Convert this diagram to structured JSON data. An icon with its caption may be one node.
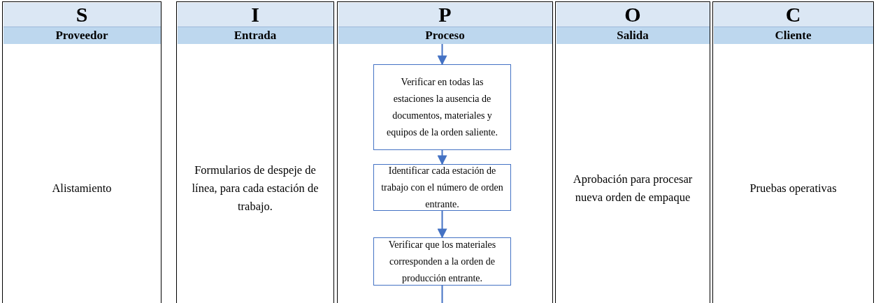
{
  "diagram": {
    "nodes": [
      {
        "text": [
          "Proceso"
        ]
      },
      {
        "text": [
          "Verificar  en todas las estaciones la ausencia de documentos, materiales  y equipos de la orden saliente."
        ]
      },
      {
        "text": [
          "Identificar cada estación de trabajo con el número de orden entrante."
        ]
      },
      {
        "text": [
          "Verificar  que los materiales corresponden a la orden de producción entrante."
        ]
      }
    ],
    "edges": [
      {
        "from": 0,
        "to": 1,
        "arrow": "to"
      },
      {
        "from": 1,
        "to": 2,
        "arrow": "to"
      },
      {
        "from": 2,
        "to": 3,
        "arrow": "to"
      },
      {
        "from": 3,
        "to": null,
        "arrow": "none"
      }
    ],
    "labels": [
      "S",
      "I",
      "P",
      "O",
      "C",
      "Proveedor",
      "Entrada",
      "Salida",
      "Cliente",
      "Alistamiento",
      "Formularios de despeje de línea, para cada estación de trabajo.",
      "Aprobación para procesar nueva orden de empaque",
      "Pruebas operativas"
    ]
  }
}
